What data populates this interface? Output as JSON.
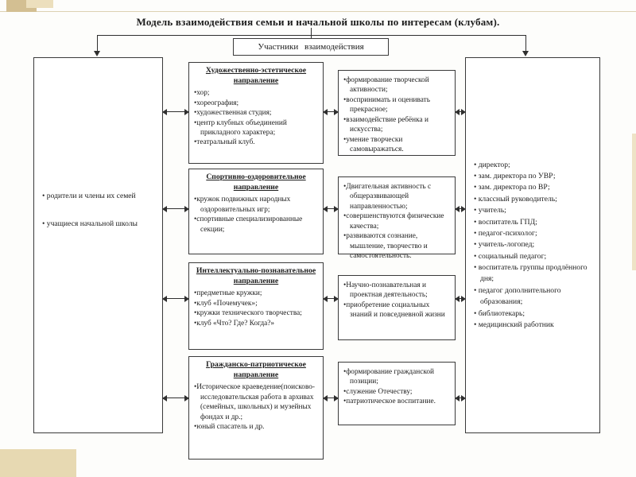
{
  "slide": {
    "title": "Модель взаимодействия семьи и начальной школы по интересам (клубам).",
    "participants_label": "Участники взаимодействия"
  },
  "left_box": {
    "items": [
      "родители и члены их семей",
      "учащиеся начальной школы"
    ]
  },
  "directions": [
    {
      "header": "Художественно-эстетическое направление",
      "items": [
        "хор;",
        "хореография;",
        "художественная студия;",
        "центр клубных объединений прикладного характера;",
        "театральный клуб."
      ]
    },
    {
      "header": "Спортивно-оздоровительное направление",
      "items": [
        "кружок подвижных народных оздоровительных игр;",
        "спортивные специализированные секции;"
      ]
    },
    {
      "header": "Интеллектуально-познавательное направление",
      "items": [
        "предметные кружки;",
        "клуб «Почемучек»;",
        "кружки технического творчества;",
        "клуб «Что? Где? Когда?»"
      ]
    },
    {
      "header": "Гражданско-патриотическое направление",
      "items": [
        "Историческое краеведение(поисково-исследовательская работа в архивах (семейных, школьных) и музейных фондах и др.;",
        "юный спасатель и др."
      ]
    }
  ],
  "outcomes": [
    {
      "items": [
        "формирование творческой активности;",
        "воспринимать и оценивать прекрасное;",
        "взаимодействие ребёнка и искусства;",
        "умение творчески самовыражаться."
      ]
    },
    {
      "items": [
        "Двигательная активность с общеразвивающей направленностью;",
        "совершенствуются физические качества;",
        "развиваются сознание, мышление, творчество и самостоятельность."
      ]
    },
    {
      "items": [
        "Научно-познавательная и проектная деятельность;",
        "приобретение социальных знаний и повседневной жизни"
      ]
    },
    {
      "items": [
        "формирование гражданской позиции;",
        "служение Отечеству;",
        "патриотическое воспитание."
      ]
    }
  ],
  "right_box": {
    "items": [
      "директор;",
      "зам. директора по УВР;",
      "зам. директора по ВР;",
      "классный руководитель;",
      "учитель;",
      "воспитатель ГПД;",
      "педагог-психолог;",
      "учитель-логопед;",
      "социальный педагог;",
      "воспитатель группы продлённого дня;",
      "педагог дополнительного образования;",
      "библиотекарь;",
      "медицинский работник"
    ]
  }
}
